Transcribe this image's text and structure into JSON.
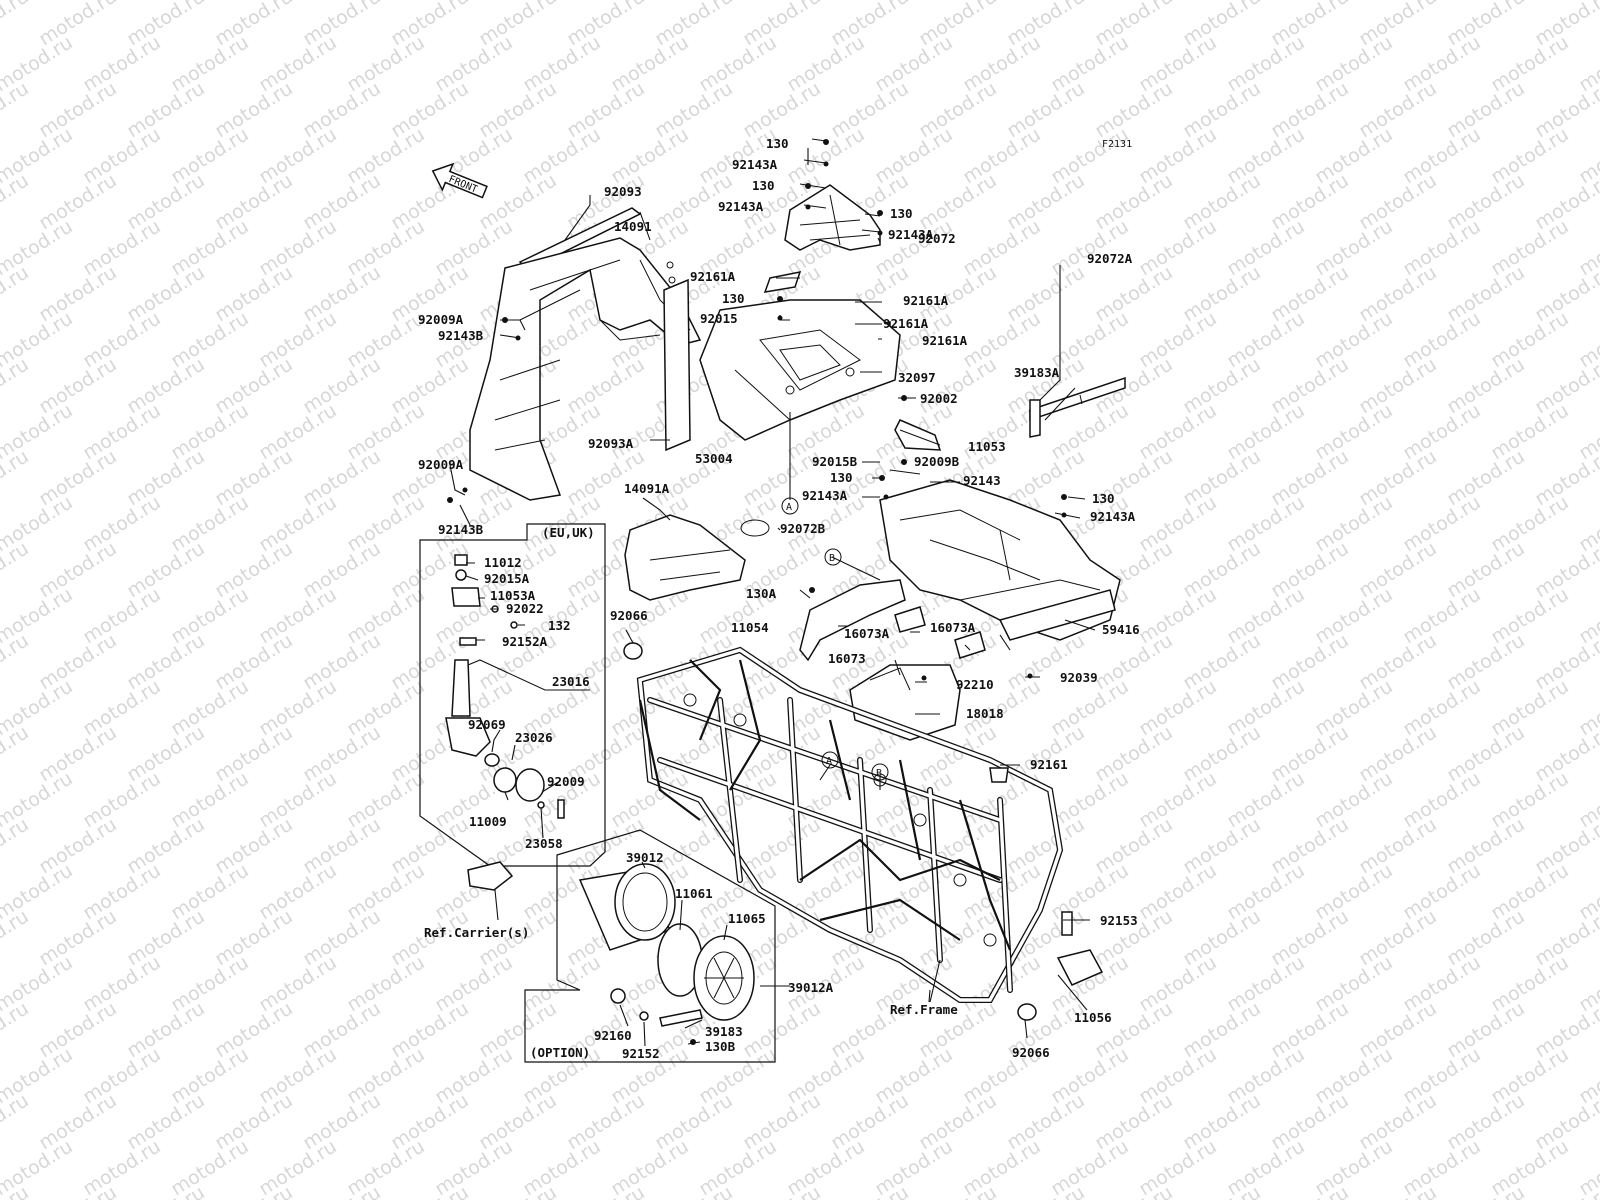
{
  "code": "F2131",
  "watermark": "motod.ru",
  "front_arrow": "FRONT",
  "box_labels": {
    "eu_uk": "(EU,UK)",
    "option": "(OPTION)"
  },
  "refs": {
    "carrier": "Ref.Carrier(s)",
    "frame": "Ref.Frame"
  },
  "markers": [
    "A",
    "B",
    "A",
    "B"
  ],
  "labels": [
    "130",
    "92143A",
    "130",
    "92143A",
    "130",
    "92143A",
    "92072",
    "92161A",
    "92161A",
    "130",
    "92015",
    "92161A",
    "92161A",
    "32097",
    "92002",
    "92072A",
    "39183A",
    "11053",
    "53004",
    "92015B",
    "92009B",
    "130",
    "92143",
    "92143A",
    "130",
    "92143A",
    "92093",
    "14091",
    "92009A",
    "92143B",
    "92093A",
    "92009A",
    "92143B",
    "14091A",
    "92072B",
    "11012",
    "92015A",
    "11053A",
    "92022",
    "132",
    "92152A",
    "23016",
    "92066",
    "92069",
    "23026",
    "92009",
    "11009",
    "23058",
    "130A",
    "11054",
    "16073A",
    "16073A",
    "16073",
    "59416",
    "92210",
    "92039",
    "18018",
    "92161",
    "39012",
    "11061",
    "11065",
    "39012A",
    "92153",
    "11056",
    "92066",
    "92160",
    "92152",
    "39183",
    "130B"
  ]
}
